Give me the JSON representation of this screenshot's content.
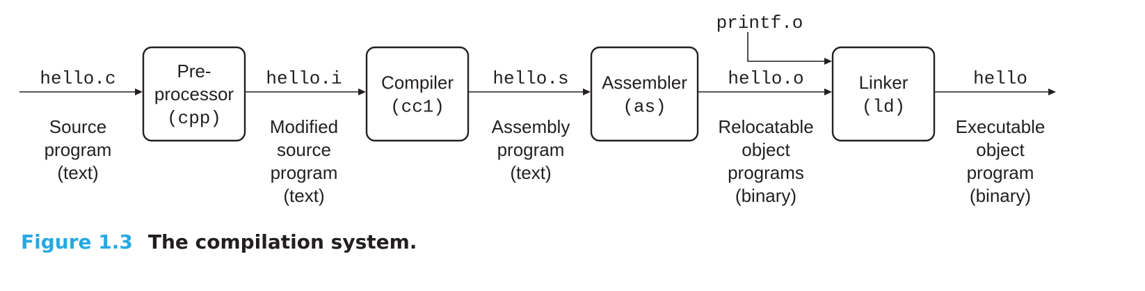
{
  "diagram": {
    "stages": [
      {
        "id": "cpp",
        "lines": [
          "Pre-",
          "processor"
        ],
        "program": "(cpp)"
      },
      {
        "id": "cc1",
        "lines": [
          "Compiler"
        ],
        "program": "(cc1)"
      },
      {
        "id": "as",
        "lines": [
          "Assembler"
        ],
        "program": "(as)"
      },
      {
        "id": "ld",
        "lines": [
          "Linker"
        ],
        "program": "(ld)"
      }
    ],
    "files": [
      {
        "name": "hello.c",
        "desc": [
          "Source",
          "program",
          "(text)"
        ]
      },
      {
        "name": "hello.i",
        "desc": [
          "Modified",
          "source",
          "program",
          "(text)"
        ]
      },
      {
        "name": "hello.s",
        "desc": [
          "Assembly",
          "program",
          "(text)"
        ]
      },
      {
        "name": "hello.o",
        "desc": [
          "Relocatable",
          "object",
          "programs",
          "(binary)"
        ]
      },
      {
        "name": "hello",
        "desc": [
          "Executable",
          "object",
          "program",
          "(binary)"
        ]
      }
    ],
    "extra_input": {
      "name": "printf.o"
    }
  },
  "caption": {
    "number": "Figure 1.3",
    "title": "The compilation system.",
    "number_color": "#27a9e1"
  }
}
